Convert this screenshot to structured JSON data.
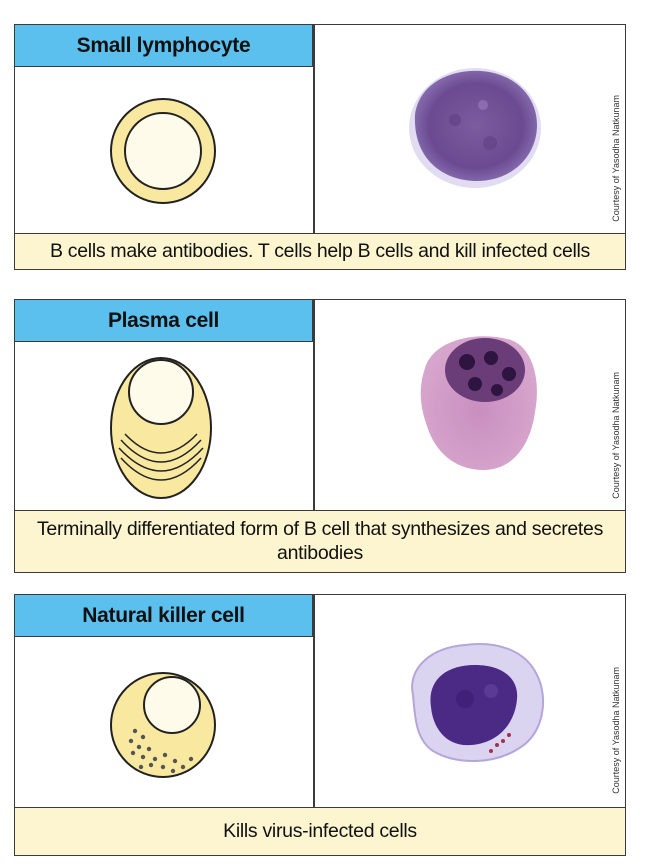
{
  "panels": [
    {
      "title": "Small lymphocyte",
      "description": "B cells make antibodies. T cells help B cells and kill infected cells",
      "credit": "Courtesy of Yasodha Natkunam"
    },
    {
      "title": "Plasma cell",
      "description": "Terminally differentiated form of B cell that synthesizes and secretes antibodies",
      "credit": "Courtesy of Yasodha Natkunam"
    },
    {
      "title": "Natural killer cell",
      "description": "Kills virus-infected cells",
      "credit": "Courtesy of Yasodha Natkunam"
    }
  ],
  "colors": {
    "header": "#5cc0ee",
    "description_bg": "#fcf5d0",
    "cell_fill": "#f9e9a0",
    "nucleus_fill": "#fffbea",
    "border": "#3b3b3b"
  }
}
